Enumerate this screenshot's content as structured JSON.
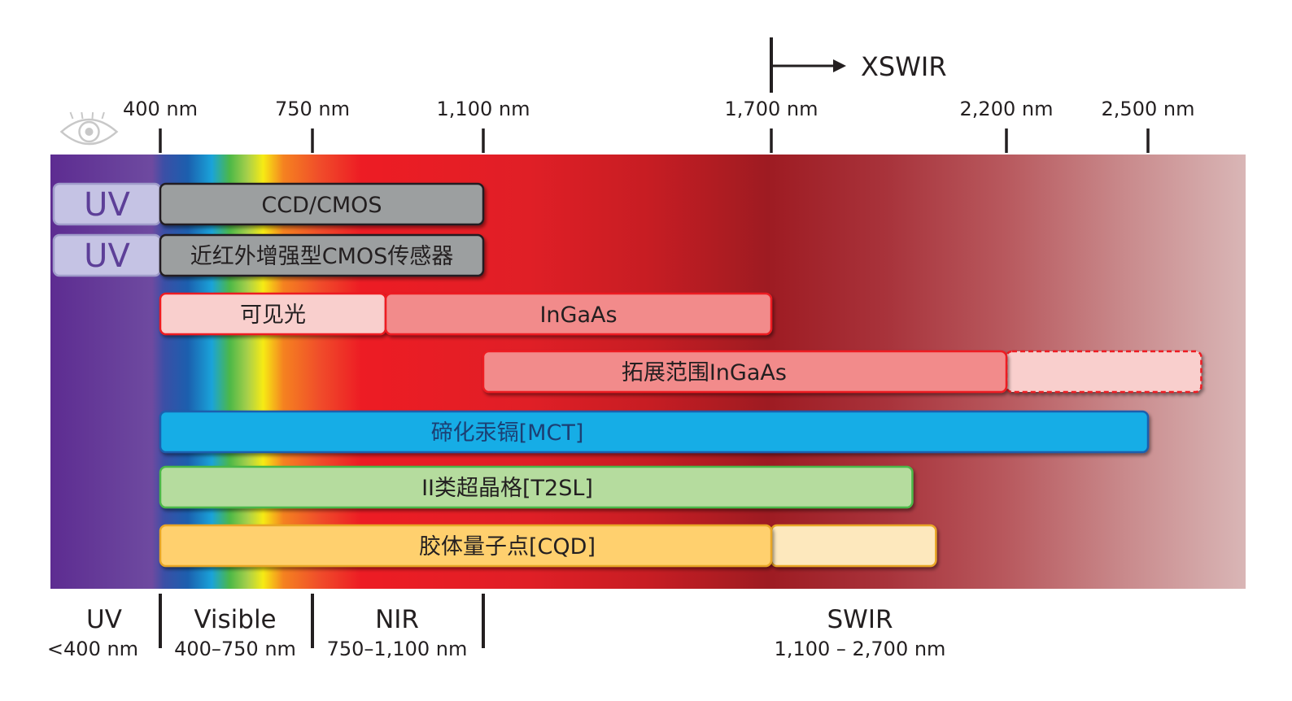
{
  "top_marker": {
    "label": "XSWIR",
    "wavelength": 1700
  },
  "axis_ticks": [
    {
      "value": 400,
      "label": "400 nm"
    },
    {
      "value": 750,
      "label": "750 nm"
    },
    {
      "value": 1100,
      "label": "1,100 nm"
    },
    {
      "value": 1700,
      "label": "1,700 nm"
    },
    {
      "value": 2200,
      "label": "2,200 nm"
    },
    {
      "value": 2500,
      "label": "2,500 nm"
    }
  ],
  "axis_range": [
    175,
    2700
  ],
  "eye_icon": {
    "name": "eye-icon",
    "wavelength": 575
  },
  "band_colors": {
    "violet": "#5d2c91",
    "blue": "#1b5fae",
    "cyan": "#1aa3d9",
    "green": "#4cb848",
    "yellow": "#f6eb14",
    "orange": "#f58220",
    "red": "#ed1c24",
    "dark_red": "#9e1b22",
    "pale": "#d9b6b6"
  },
  "bars": [
    {
      "id": "uv-1",
      "label": "UV",
      "start": 175,
      "end": 400,
      "fill": "#c5c3e4",
      "stroke": "#9f9cc9",
      "text_color": "#5d3f98",
      "row": 0,
      "large": true
    },
    {
      "id": "ccd-cmos",
      "label": "CCD/CMOS",
      "start": 400,
      "end": 1100,
      "fill": "#9c9fa0",
      "stroke": "#231f20",
      "text_color": "#231f20",
      "row": 0
    },
    {
      "id": "uv-2",
      "label": "UV",
      "start": 175,
      "end": 400,
      "fill": "#c5c3e4",
      "stroke": "#9f9cc9",
      "text_color": "#5d3f98",
      "row": 1,
      "large": true
    },
    {
      "id": "nir-cmos",
      "label": "近红外增强型CMOS传感器",
      "start": 400,
      "end": 1100,
      "fill": "#9c9fa0",
      "stroke": "#231f20",
      "text_color": "#231f20",
      "row": 1
    },
    {
      "id": "visible",
      "label": "可见光",
      "start": 400,
      "end": 900,
      "fill": "#f9cfcd",
      "stroke": "#ed1c24",
      "text_color": "#231f20",
      "row": 2
    },
    {
      "id": "ingaas",
      "label": "InGaAs",
      "start": 900,
      "end": 1700,
      "fill": "#f28b8b",
      "stroke": "#ed1c24",
      "text_color": "#231f20",
      "row": 2
    },
    {
      "id": "ext-ingaas-dashed",
      "label": "",
      "start": 2200,
      "end": 2610,
      "fill": "#f9cfcd",
      "stroke": "#ed1c24",
      "dashed": true,
      "row": 3
    },
    {
      "id": "ext-ingaas",
      "label": "拓展范围InGaAs",
      "start": 1100,
      "end": 2200,
      "fill": "#f28b8b",
      "stroke": "#ed1c24",
      "text_color": "#231f20",
      "row": 3,
      "label_center": 1560
    },
    {
      "id": "mct",
      "label": "碲化汞镉[MCT]",
      "start": 400,
      "end": 2500,
      "fill": "#13ade6",
      "stroke": "#1b5fae",
      "text_color": "#1c3f73",
      "row": 4,
      "label_center": 1150
    },
    {
      "id": "t2sl",
      "label": "II类超晶格[T2SL]",
      "start": 400,
      "end": 2000,
      "fill": "#b5dc9e",
      "stroke": "#4cb848",
      "text_color": "#231f20",
      "row": 5,
      "label_center": 1150
    },
    {
      "id": "cqd-light",
      "label": "",
      "start": 1700,
      "end": 2050,
      "fill": "#fde8bd",
      "stroke": "#e8a628",
      "row": 6
    },
    {
      "id": "cqd",
      "label": "胶体量子点[CQD]",
      "start": 400,
      "end": 1700,
      "fill": "#ffd06e",
      "stroke": "#e8a628",
      "text_color": "#231f20",
      "row": 6,
      "label_center": 1150
    }
  ],
  "regions": [
    {
      "name": "UV",
      "range": "<400 nm",
      "center": 288
    },
    {
      "name": "Visible",
      "range": "400–750 nm",
      "center": 575
    },
    {
      "name": "NIR",
      "range": "750–1,100 nm",
      "center": 925
    },
    {
      "name": "SWIR",
      "range": "1,100 – 2,700 nm",
      "center": 1900
    }
  ],
  "region_dividers": [
    400,
    750,
    1100
  ]
}
